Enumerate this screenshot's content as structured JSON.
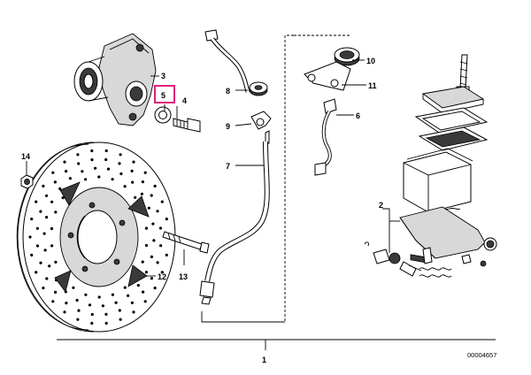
{
  "callouts": [
    {
      "id": "1",
      "text": "1"
    },
    {
      "id": "2",
      "text": "2"
    },
    {
      "id": "3",
      "text": "3"
    },
    {
      "id": "4",
      "text": "4"
    },
    {
      "id": "5",
      "text": "5",
      "highlighted": true
    },
    {
      "id": "6",
      "text": "6"
    },
    {
      "id": "7",
      "text": "7"
    },
    {
      "id": "8",
      "text": "8"
    },
    {
      "id": "9",
      "text": "9"
    },
    {
      "id": "10",
      "text": "10"
    },
    {
      "id": "11",
      "text": "11"
    },
    {
      "id": "12",
      "text": "12"
    },
    {
      "id": "13",
      "text": "13"
    },
    {
      "id": "14",
      "text": "14"
    }
  ],
  "document_number": "00004657",
  "colors": {
    "highlight": "#e0207a",
    "ink": "#000000",
    "background": "#ffffff"
  }
}
